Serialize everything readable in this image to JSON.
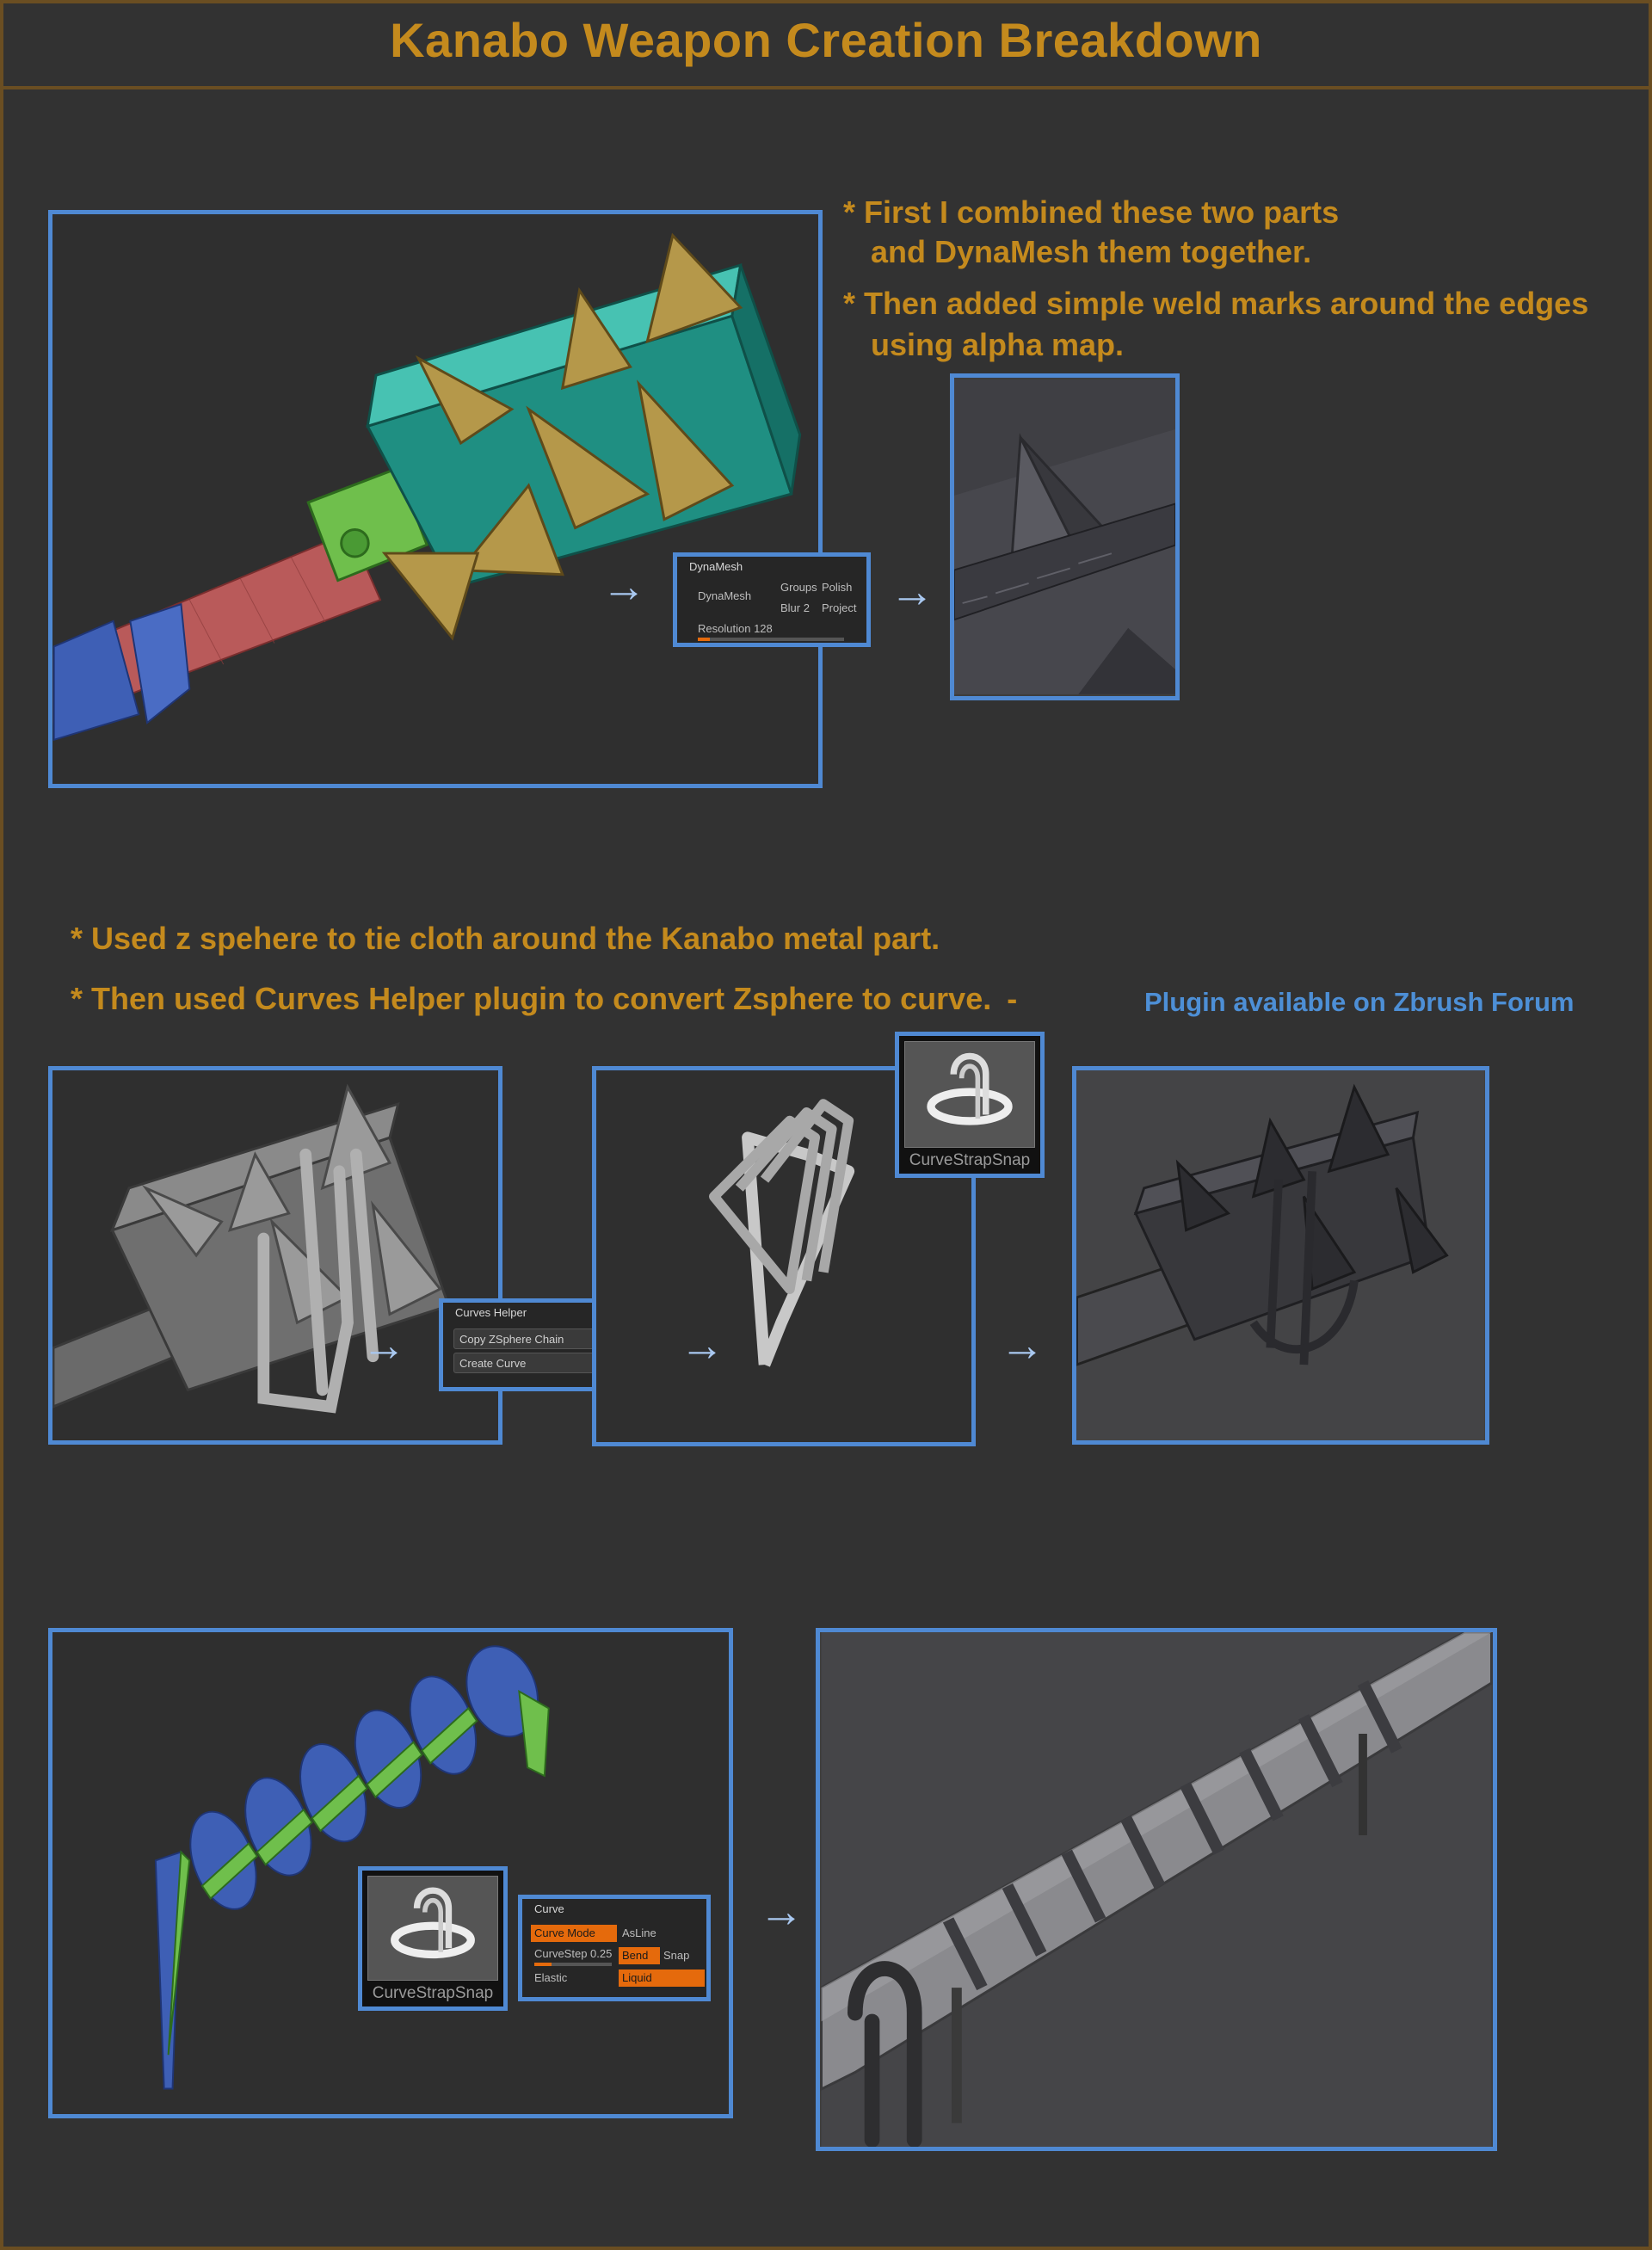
{
  "title": "Kanabo Weapon Creation Breakdown",
  "notes": {
    "step1_line1": "* First I combined these two parts",
    "step1_line2": "and DynaMesh them together.",
    "step2_line1": "* Then added simple weld marks around the edges",
    "step2_line2": "using alpha map.",
    "step3": "* Used z spehere to tie cloth around the Kanabo metal part.",
    "step4": "* Then used Curves Helper plugin to convert Zsphere to curve.",
    "step4_dash": "-",
    "plugin_note": "Plugin available on Zbrush Forum"
  },
  "arrow": "→",
  "dynamesh_panel": {
    "header": "DynaMesh",
    "dynamesh": "DynaMesh",
    "groups": "Groups",
    "polish": "Polish",
    "blur": "Blur",
    "blur_value": "2",
    "project": "Project",
    "resolution": "Resolution",
    "resolution_value": "128"
  },
  "curves_helper_panel": {
    "header": "Curves Helper",
    "copy_button": "Copy ZSphere Chain",
    "create_button": "Create Curve"
  },
  "brush_icon": {
    "label": "CurveStrapSnap",
    "icon": "curve-strap-snap-icon"
  },
  "curve_panel": {
    "header": "Curve",
    "curve_mode": "Curve Mode",
    "asline": "AsLine",
    "curvestep": "CurveStep",
    "curvestep_value": "0.25",
    "bend": "Bend",
    "snap": "Snap",
    "elastic": "Elastic",
    "liquid": "Liquid"
  },
  "colors": {
    "background": "#323232",
    "title": "#c48a1d",
    "frame_border": "#4f89d3",
    "link": "#4d8fd6",
    "outer_border": "#6a4e22"
  }
}
